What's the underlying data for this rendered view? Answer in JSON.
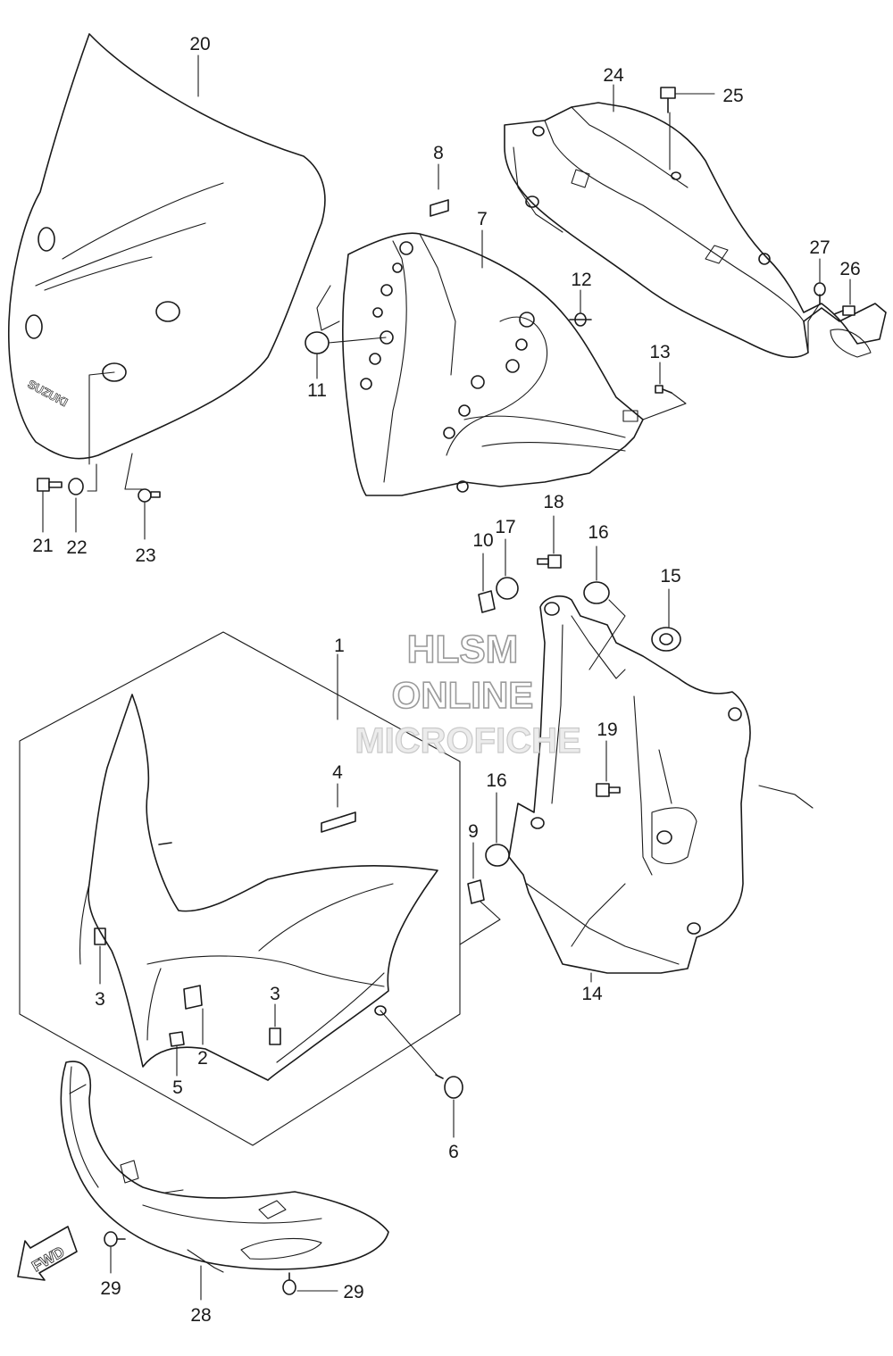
{
  "watermark": {
    "line1": "HLSM",
    "line2": "ONLINE",
    "line3": "MICROFICHE"
  },
  "windscreen_logo": "SUZUKI",
  "fwd_arrow": "FWD",
  "callouts": {
    "c1": "1",
    "c2": "2",
    "c3a": "3",
    "c3b": "3",
    "c4": "4",
    "c5": "5",
    "c6": "6",
    "c7": "7",
    "c8": "8",
    "c9": "9",
    "c10": "10",
    "c11": "11",
    "c12": "12",
    "c13": "13",
    "c14": "14",
    "c15": "15",
    "c16a": "16",
    "c16b": "16",
    "c17": "17",
    "c18": "18",
    "c19": "19",
    "c20": "20",
    "c21": "21",
    "c22": "22",
    "c23": "23",
    "c24": "24",
    "c25": "25",
    "c26": "26",
    "c27": "27",
    "c28": "28",
    "c29a": "29",
    "c29b": "29"
  }
}
